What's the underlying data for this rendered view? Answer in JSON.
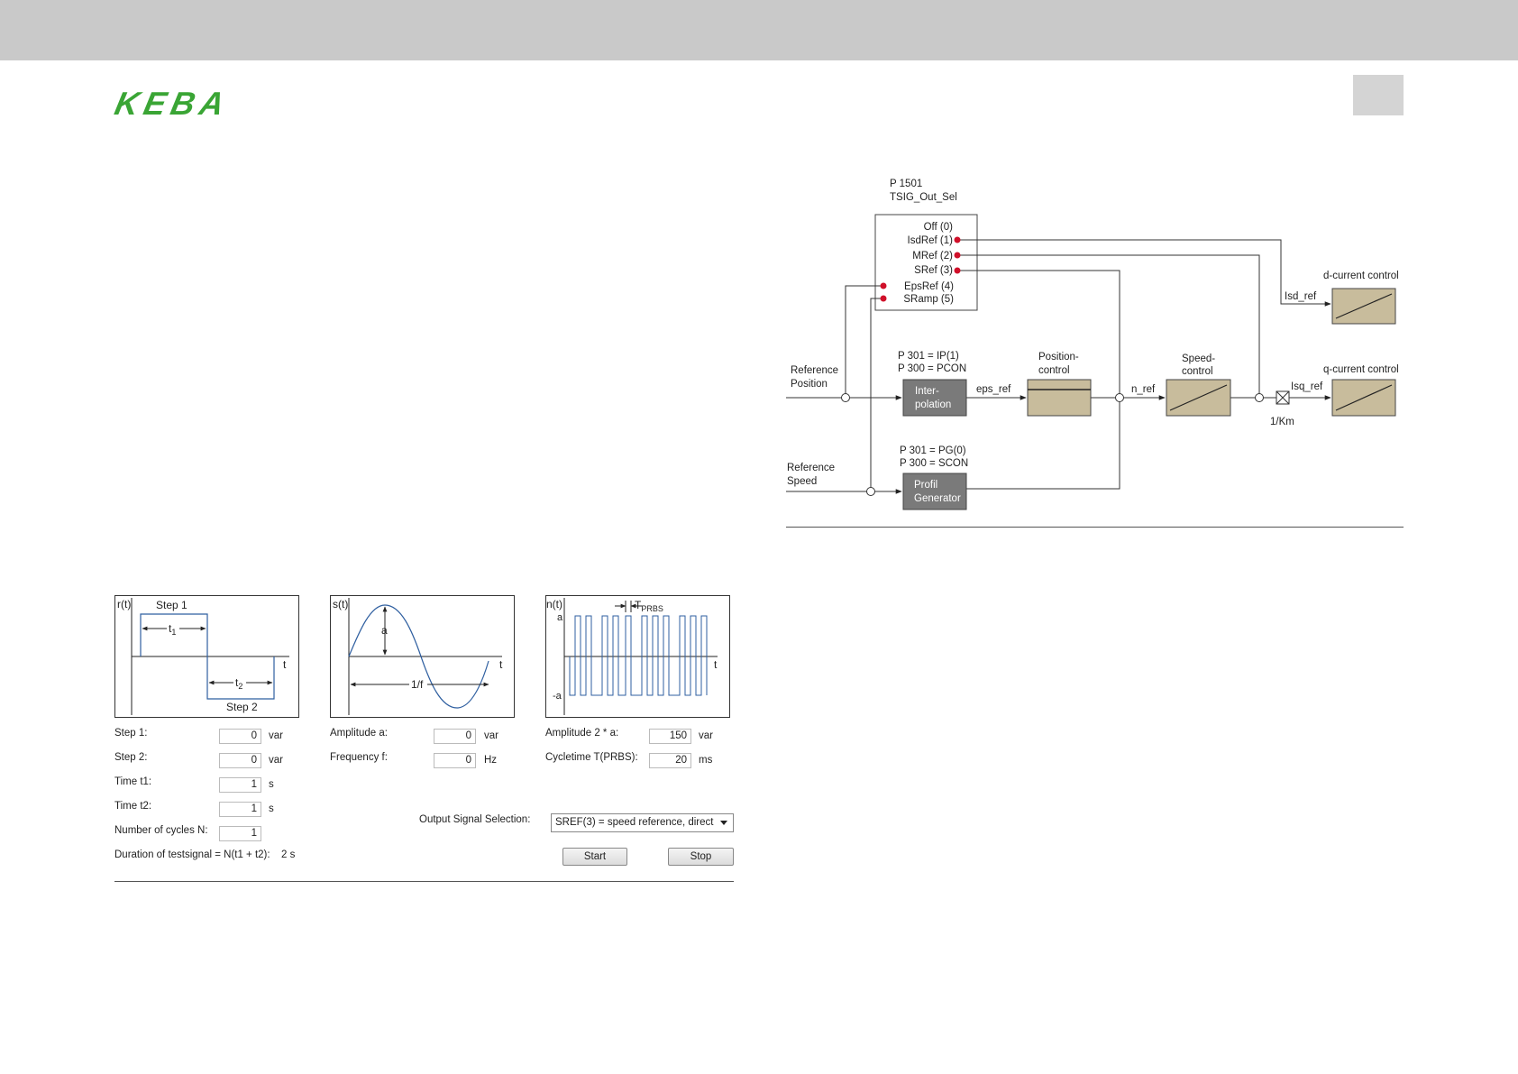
{
  "header": {
    "logo": "KEBA"
  },
  "diagram": {
    "selector": {
      "param": "P 1501",
      "name": "TSIG_Out_Sel",
      "options": [
        "Off (0)",
        "IsdRef (1)",
        "MRef (2)",
        "SRef (3)",
        "EpsRef (4)",
        "SRamp (5)"
      ]
    },
    "inputs": {
      "ref_position": [
        "Reference",
        "Position"
      ],
      "ref_speed": [
        "Reference",
        "Speed"
      ]
    },
    "ip_params": [
      "P 301  = IP(1)",
      "P 300 = PCON"
    ],
    "pg_params": [
      "P 301  = PG(0)",
      "P 300 = SCON"
    ],
    "blocks": {
      "interpolation": [
        "Inter-",
        "polation"
      ],
      "profil": [
        "Profil",
        "Generator"
      ],
      "position": [
        "Position-",
        "control"
      ],
      "speed": [
        "Speed-",
        "control"
      ],
      "d_current": "d-current control",
      "q_current": "q-current control"
    },
    "signals": {
      "eps_ref": "eps_ref",
      "n_ref": "n_ref",
      "isq_ref": "Isq_ref",
      "isd_ref": "Isd_ref",
      "km": "1/Km"
    },
    "colors": {
      "block_gray": "#7a7a7a",
      "block_tan": "#c8bc9c",
      "dot_red": "#d0102a",
      "signal_blue": "#2f5fa0"
    }
  },
  "plots": {
    "step": {
      "ylabel": "r(t)",
      "xlabel": "t",
      "step1": "Step 1",
      "step2": "Step 2",
      "t1": "t",
      "t1_sub": "1",
      "t2": "t",
      "t2_sub": "2"
    },
    "sine": {
      "ylabel": "s(t)",
      "xlabel": "t",
      "amp": "a",
      "period": "1/f"
    },
    "prbs": {
      "ylabel": "n(t)",
      "xlabel": "t",
      "top": "a",
      "bottom": "-a",
      "tprbs": "T",
      "tprbs_sub": "PRBS"
    }
  },
  "form": {
    "step1": {
      "label": "Step 1:",
      "value": "0",
      "unit": "var"
    },
    "step2": {
      "label": "Step 2:",
      "value": "0",
      "unit": "var"
    },
    "time_t1": {
      "label": "Time t1:",
      "value": "1",
      "unit": "s"
    },
    "time_t2": {
      "label": "Time t2:",
      "value": "1",
      "unit": "s"
    },
    "cycles": {
      "label": "Number of cycles N:",
      "value": "1"
    },
    "duration": {
      "label": "Duration of testsignal = N(t1 + t2):",
      "value": "2 s"
    },
    "amplitude": {
      "label": "Amplitude a:",
      "value": "0",
      "unit": "var"
    },
    "frequency": {
      "label": "Frequency f:",
      "value": "0",
      "unit": "Hz"
    },
    "amp2": {
      "label": "Amplitude 2 * a:",
      "value": "150",
      "unit": "var"
    },
    "cycletime": {
      "label": "Cycletime T(PRBS):",
      "value": "20",
      "unit": "ms"
    },
    "output_sel": {
      "label": "Output Signal Selection:",
      "value": "SREF(3) = speed reference, direct"
    },
    "start": "Start",
    "stop": "Stop"
  }
}
